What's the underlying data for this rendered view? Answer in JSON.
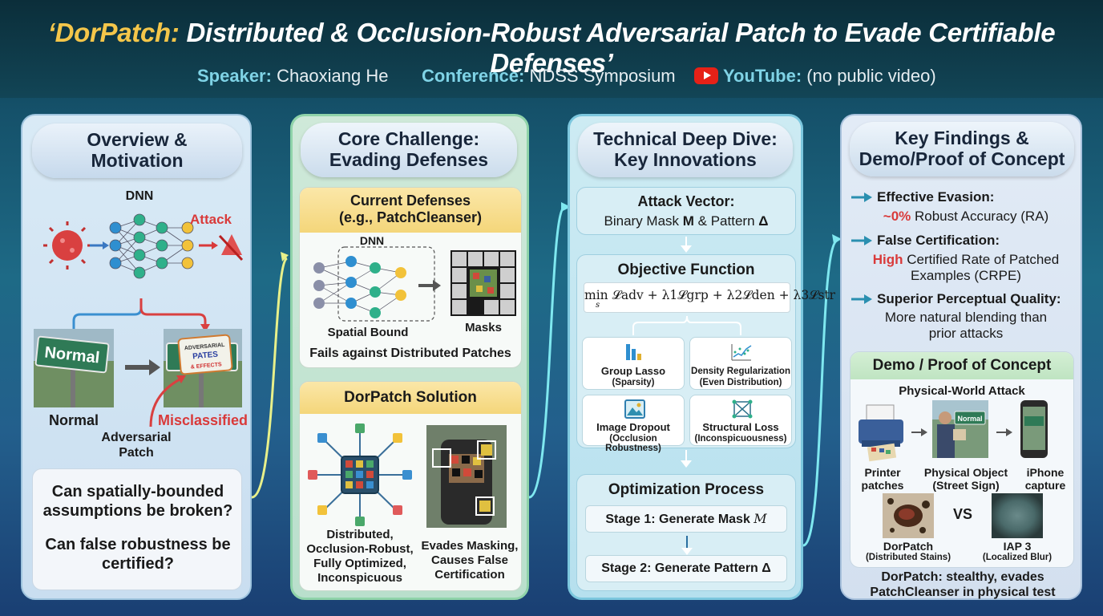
{
  "header": {
    "title_highlight": "‘DorPatch:",
    "title_rest": " Distributed & Occlusion-Robust Adversarial Patch to Evade Certifiable Defenses’",
    "speaker_label": "Speaker:",
    "speaker_value": " Chaoxiang He",
    "conference_label": "Conference:",
    "conference_value": " NDSS Symposium",
    "youtube_label": "YouTube:",
    "youtube_value": " (no public video)"
  },
  "col1": {
    "heading": "Overview &\nMotivation",
    "dnn_label": "DNN",
    "attack_label": "Attack",
    "normal_sign": "Normal",
    "patch_sign_lines": [
      "ADVERSARIAL",
      "PATES",
      "& EFFECTS"
    ],
    "normal_label": "Normal",
    "misclassified_label": "Misclassified",
    "adversarial_patch_label": "Adversarial\nPatch",
    "question_1": "Can spatially-bounded assumptions be broken?",
    "question_2": "Can false robustness be certified?"
  },
  "col2": {
    "heading": "Core Challenge:\nEvading Defenses",
    "defenses_title": "Current Defenses\n(e.g., PatchCleanser)",
    "dnn_label": "DNN",
    "spatial_bound_label": "Spatial Bound",
    "masks_label": "Masks",
    "fails_label": "Fails against Distributed Patches",
    "solution_title": "DorPatch Solution",
    "solution_left": "Distributed,\nOcclusion-Robust,\nFully Optimized,\nInconspicuous",
    "solution_right": "Evades Masking,\nCauses False\nCertification"
  },
  "col3": {
    "heading": "Technical Deep Dive:\nKey Innovations",
    "attack_vector_title": "Attack Vector:",
    "attack_vector_text_pre": "Binary Mask ",
    "attack_vector_m": "M",
    "attack_vector_mid": " & Pattern ",
    "attack_vector_delta": "Δ",
    "objective_title": "Objective Function",
    "formula": "min 𝓛adv + λ1𝓛grp + λ2𝓛den + λ3𝓛str",
    "formula_sub": "s",
    "terms": [
      {
        "title": "Group Lasso",
        "sub": "(Sparsity)",
        "icon": "bar-chart-icon"
      },
      {
        "title": "Density Regularization",
        "sub": "(Even Distribution)",
        "icon": "scatter-plot-icon"
      },
      {
        "title": "Image Dropout",
        "sub": "(Occlusion Robustness)",
        "icon": "image-icon"
      },
      {
        "title": "Structural Loss",
        "sub": "(Inconspicuousness)",
        "icon": "structure-icon"
      }
    ],
    "optimization_title": "Optimization Process",
    "stage1": "Stage 1: Generate Mask ",
    "stage1_var": "M",
    "stage2": "Stage 2: Generate Pattern ",
    "stage2_var": "Δ"
  },
  "col4": {
    "heading": "Key Findings &\nDemo/Proof of Concept",
    "findings": [
      {
        "title": "Effective Evasion:",
        "highlight": "~0%",
        "text": " Robust Accuracy (RA)"
      },
      {
        "title": "False Certification:",
        "highlight": "High",
        "text": " Certified Rate of Patched\nExamples (CRPE)"
      },
      {
        "title": "Superior Perceptual Quality:",
        "highlight": "",
        "text": "More natural blending than\nprior attacks"
      }
    ],
    "demo_title": "Demo / Proof of Concept",
    "physical_attack": "Physical-World Attack",
    "printer_label": "Printer\npatches",
    "object_label": "Physical Object\n(Street Sign)",
    "iphone_label": "iPhone\ncapture",
    "demo_sign": "Normal",
    "vs_label": "VS",
    "dorpatch_label": "DorPatch",
    "dorpatch_sub": "(Distributed Stains)",
    "iap_label": "IAP 3",
    "iap_sub": "(Localized Blur)",
    "conclusion": "DorPatch: stealthy, evades\nPatchCleanser in physical test"
  },
  "colors": {
    "title_highlight": "#f4c64a",
    "meta_label": "#7fd3e6",
    "attack_red": "#d93a3a",
    "accent_teal": "#2a8fb0",
    "connector": "#e8f08a"
  }
}
